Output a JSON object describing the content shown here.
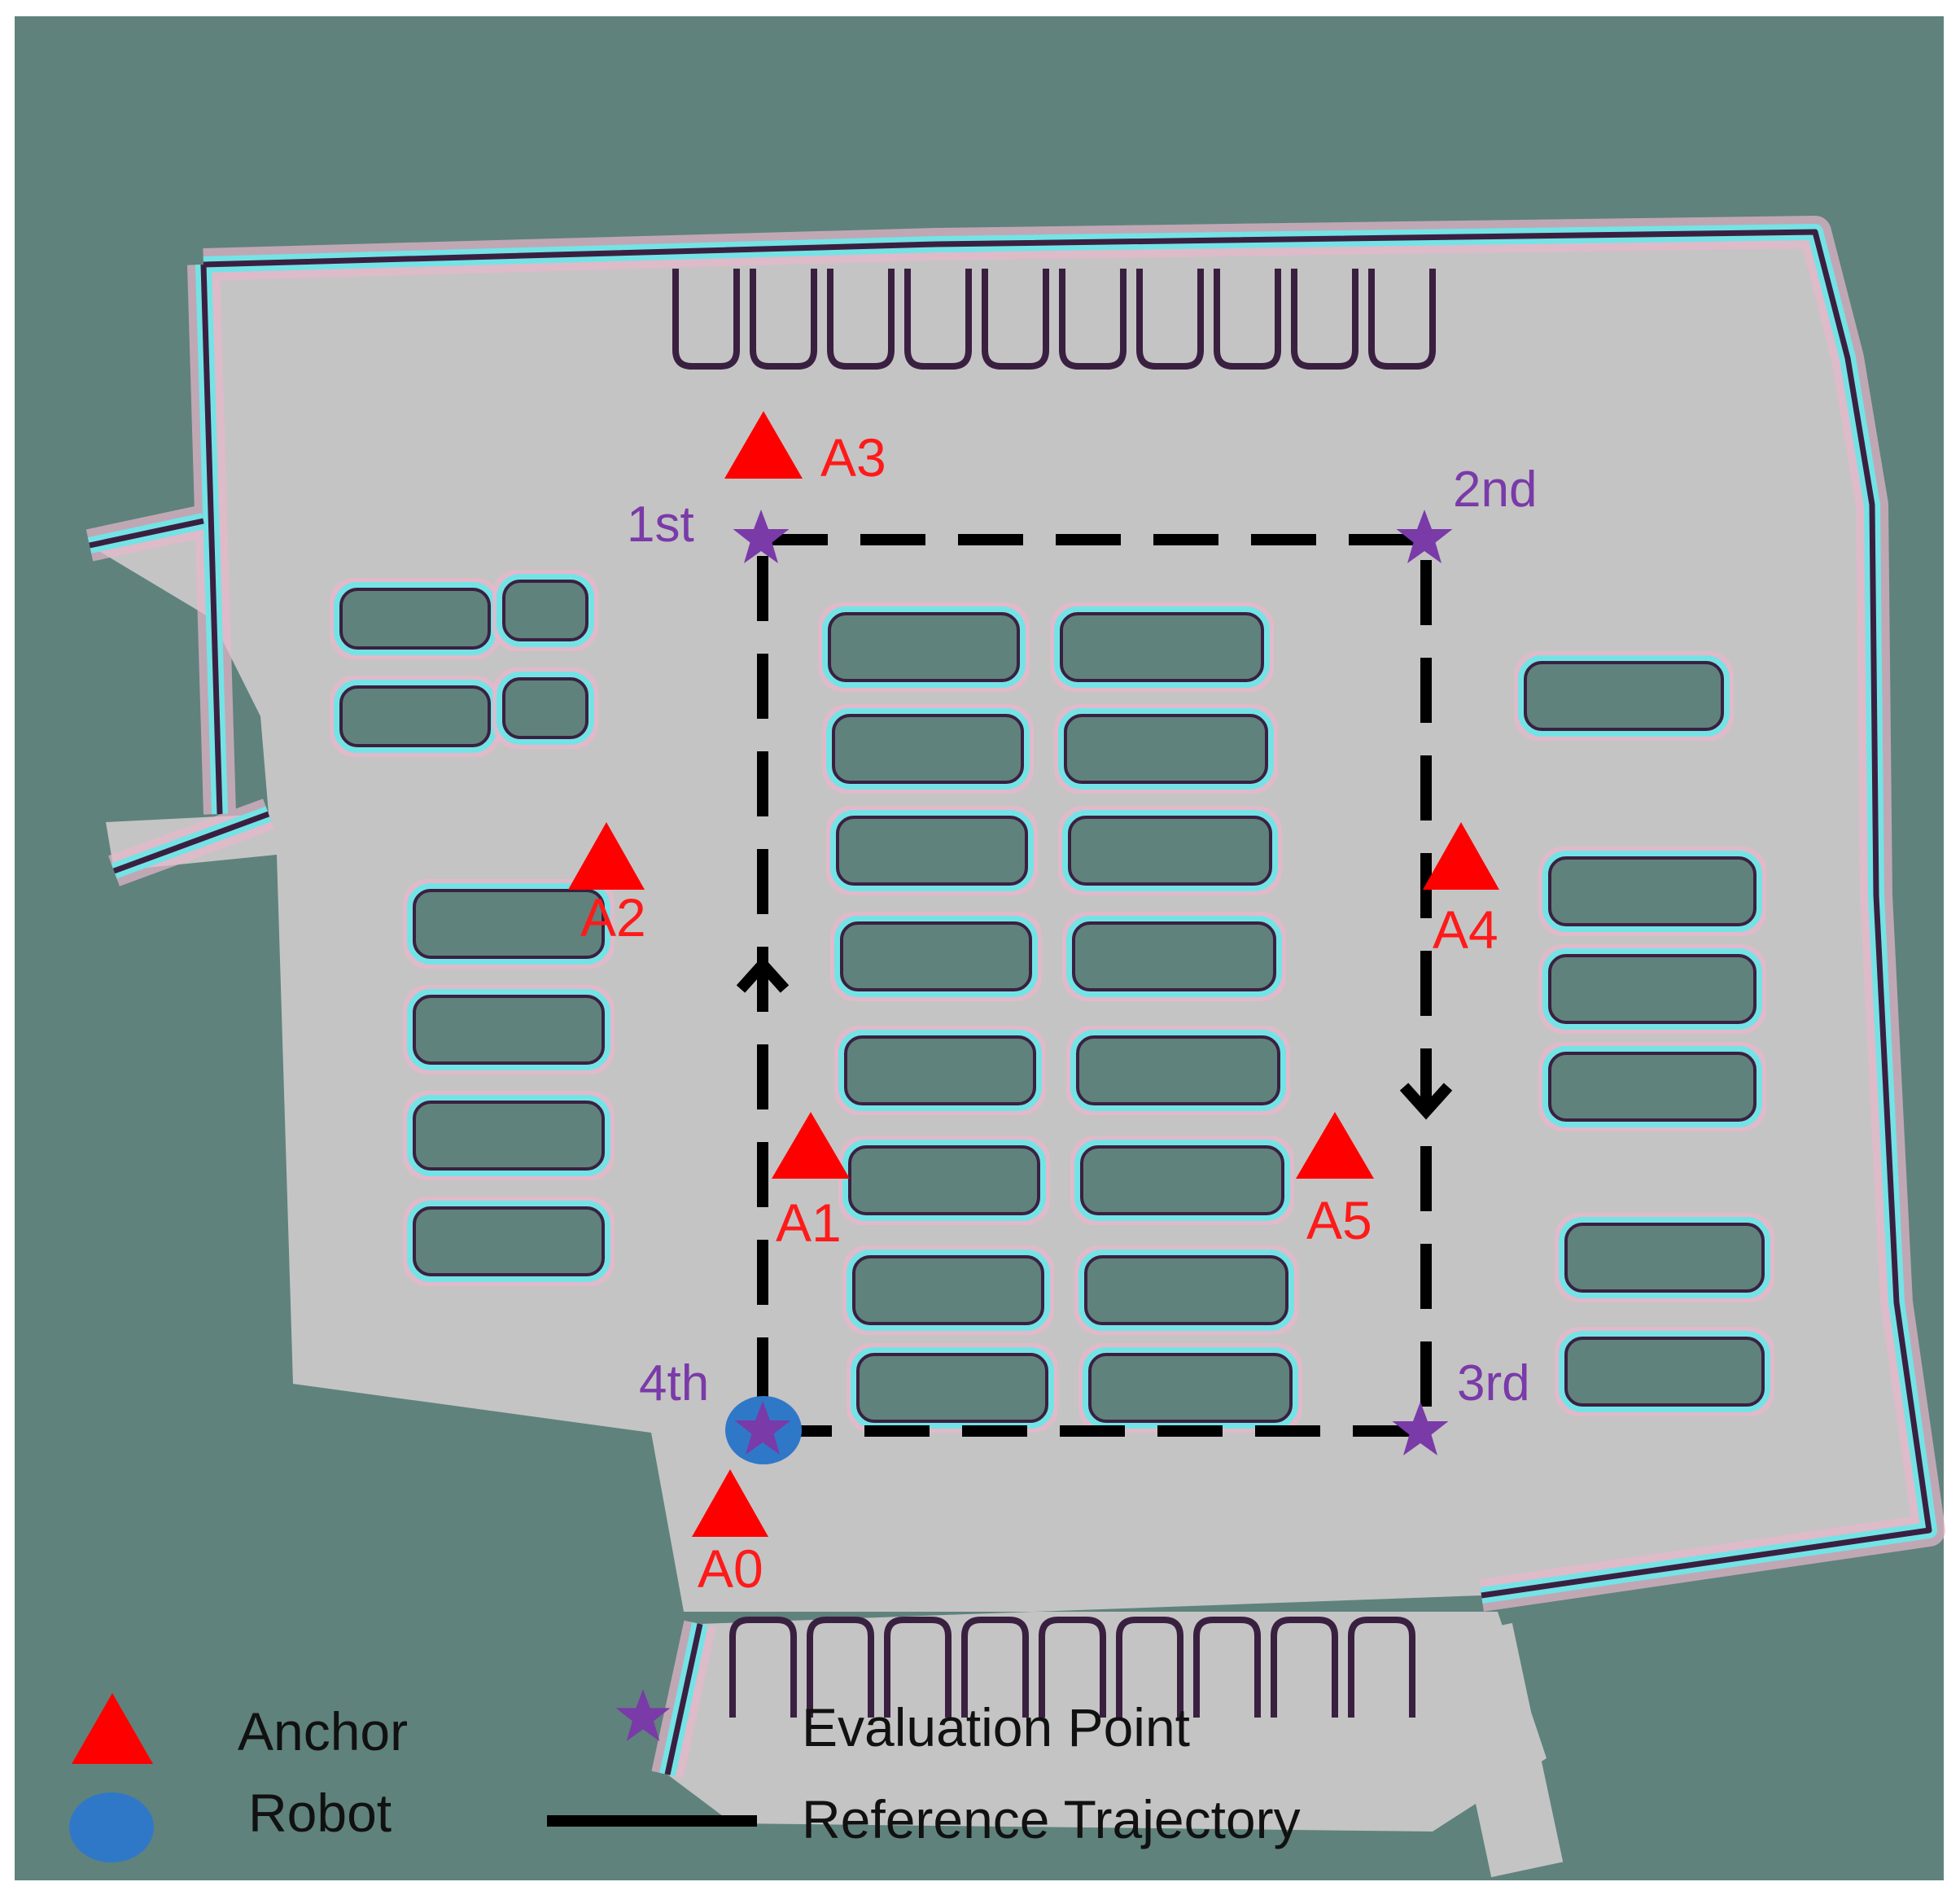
{
  "colors": {
    "background": "#5f827c",
    "floor": "#c4c4c4",
    "wall": "#3a2040",
    "wall_glow": "#74e3e6",
    "wall_halo": "#e8b8cc",
    "anchor": "#ff0000",
    "evaluation_point": "#7a3aa8",
    "robot": "#2f78c8",
    "trajectory": "#000000"
  },
  "anchors": [
    {
      "id": "A0",
      "label": "A0"
    },
    {
      "id": "A1",
      "label": "A1"
    },
    {
      "id": "A2",
      "label": "A2"
    },
    {
      "id": "A3",
      "label": "A3"
    },
    {
      "id": "A4",
      "label": "A4"
    },
    {
      "id": "A5",
      "label": "A5"
    }
  ],
  "evaluation_points": [
    {
      "id": "1st",
      "label": "1st"
    },
    {
      "id": "2nd",
      "label": "2nd"
    },
    {
      "id": "3rd",
      "label": "3rd"
    },
    {
      "id": "4th",
      "label": "4th"
    }
  ],
  "robot": {
    "at": "4th"
  },
  "trajectory": {
    "style": "dashed",
    "direction": "clockwise",
    "order": [
      "4th",
      "1st",
      "2nd",
      "3rd",
      "4th"
    ]
  },
  "legend": {
    "anchor": "Anchor",
    "robot": "Robot",
    "evaluation_point": "Evaluation Point",
    "reference_trajectory": "Reference Trajectory"
  },
  "icons": {
    "anchor": "red-triangle-icon",
    "robot": "blue-ellipse-icon",
    "evaluation_point": "purple-star-icon",
    "trajectory": "solid-line-icon"
  }
}
